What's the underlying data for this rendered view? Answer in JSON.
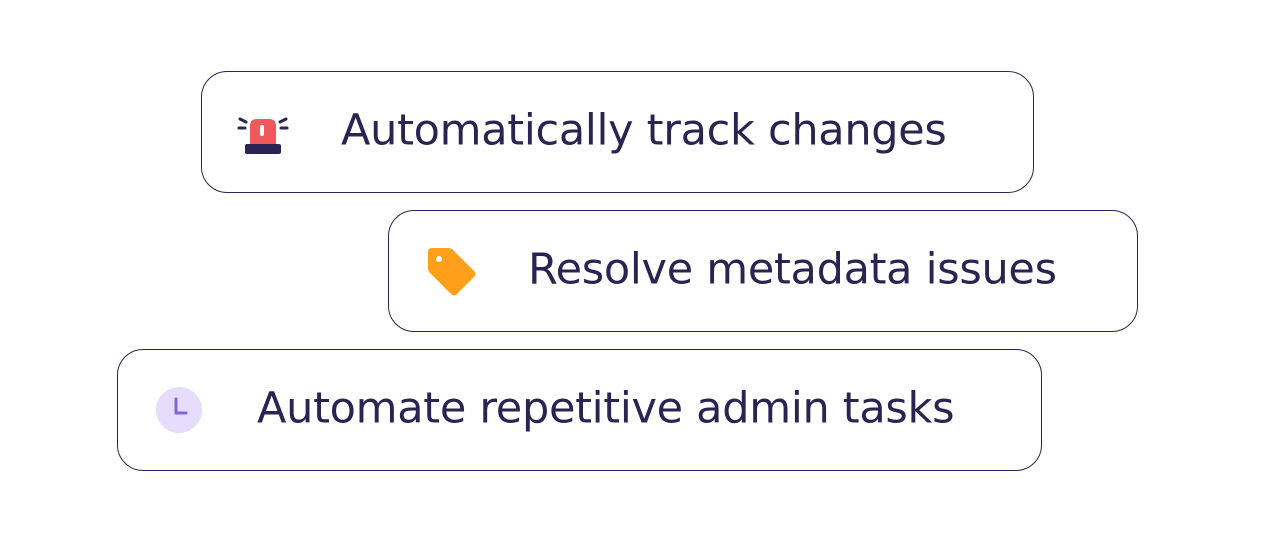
{
  "colors": {
    "text": "#2b2452",
    "border": "#2b2452",
    "siren_red": "#ee5a5c",
    "siren_base": "#2b2452",
    "tag_orange": "#ff9f1a",
    "clock_bg": "#e6dcfb",
    "clock_hands": "#7b6ad6"
  },
  "cards": [
    {
      "label": "Automatically track changes",
      "icon": "siren-icon"
    },
    {
      "label": "Resolve metadata issues",
      "icon": "tag-icon"
    },
    {
      "label": "Automate repetitive admin tasks",
      "icon": "clock-icon"
    }
  ]
}
